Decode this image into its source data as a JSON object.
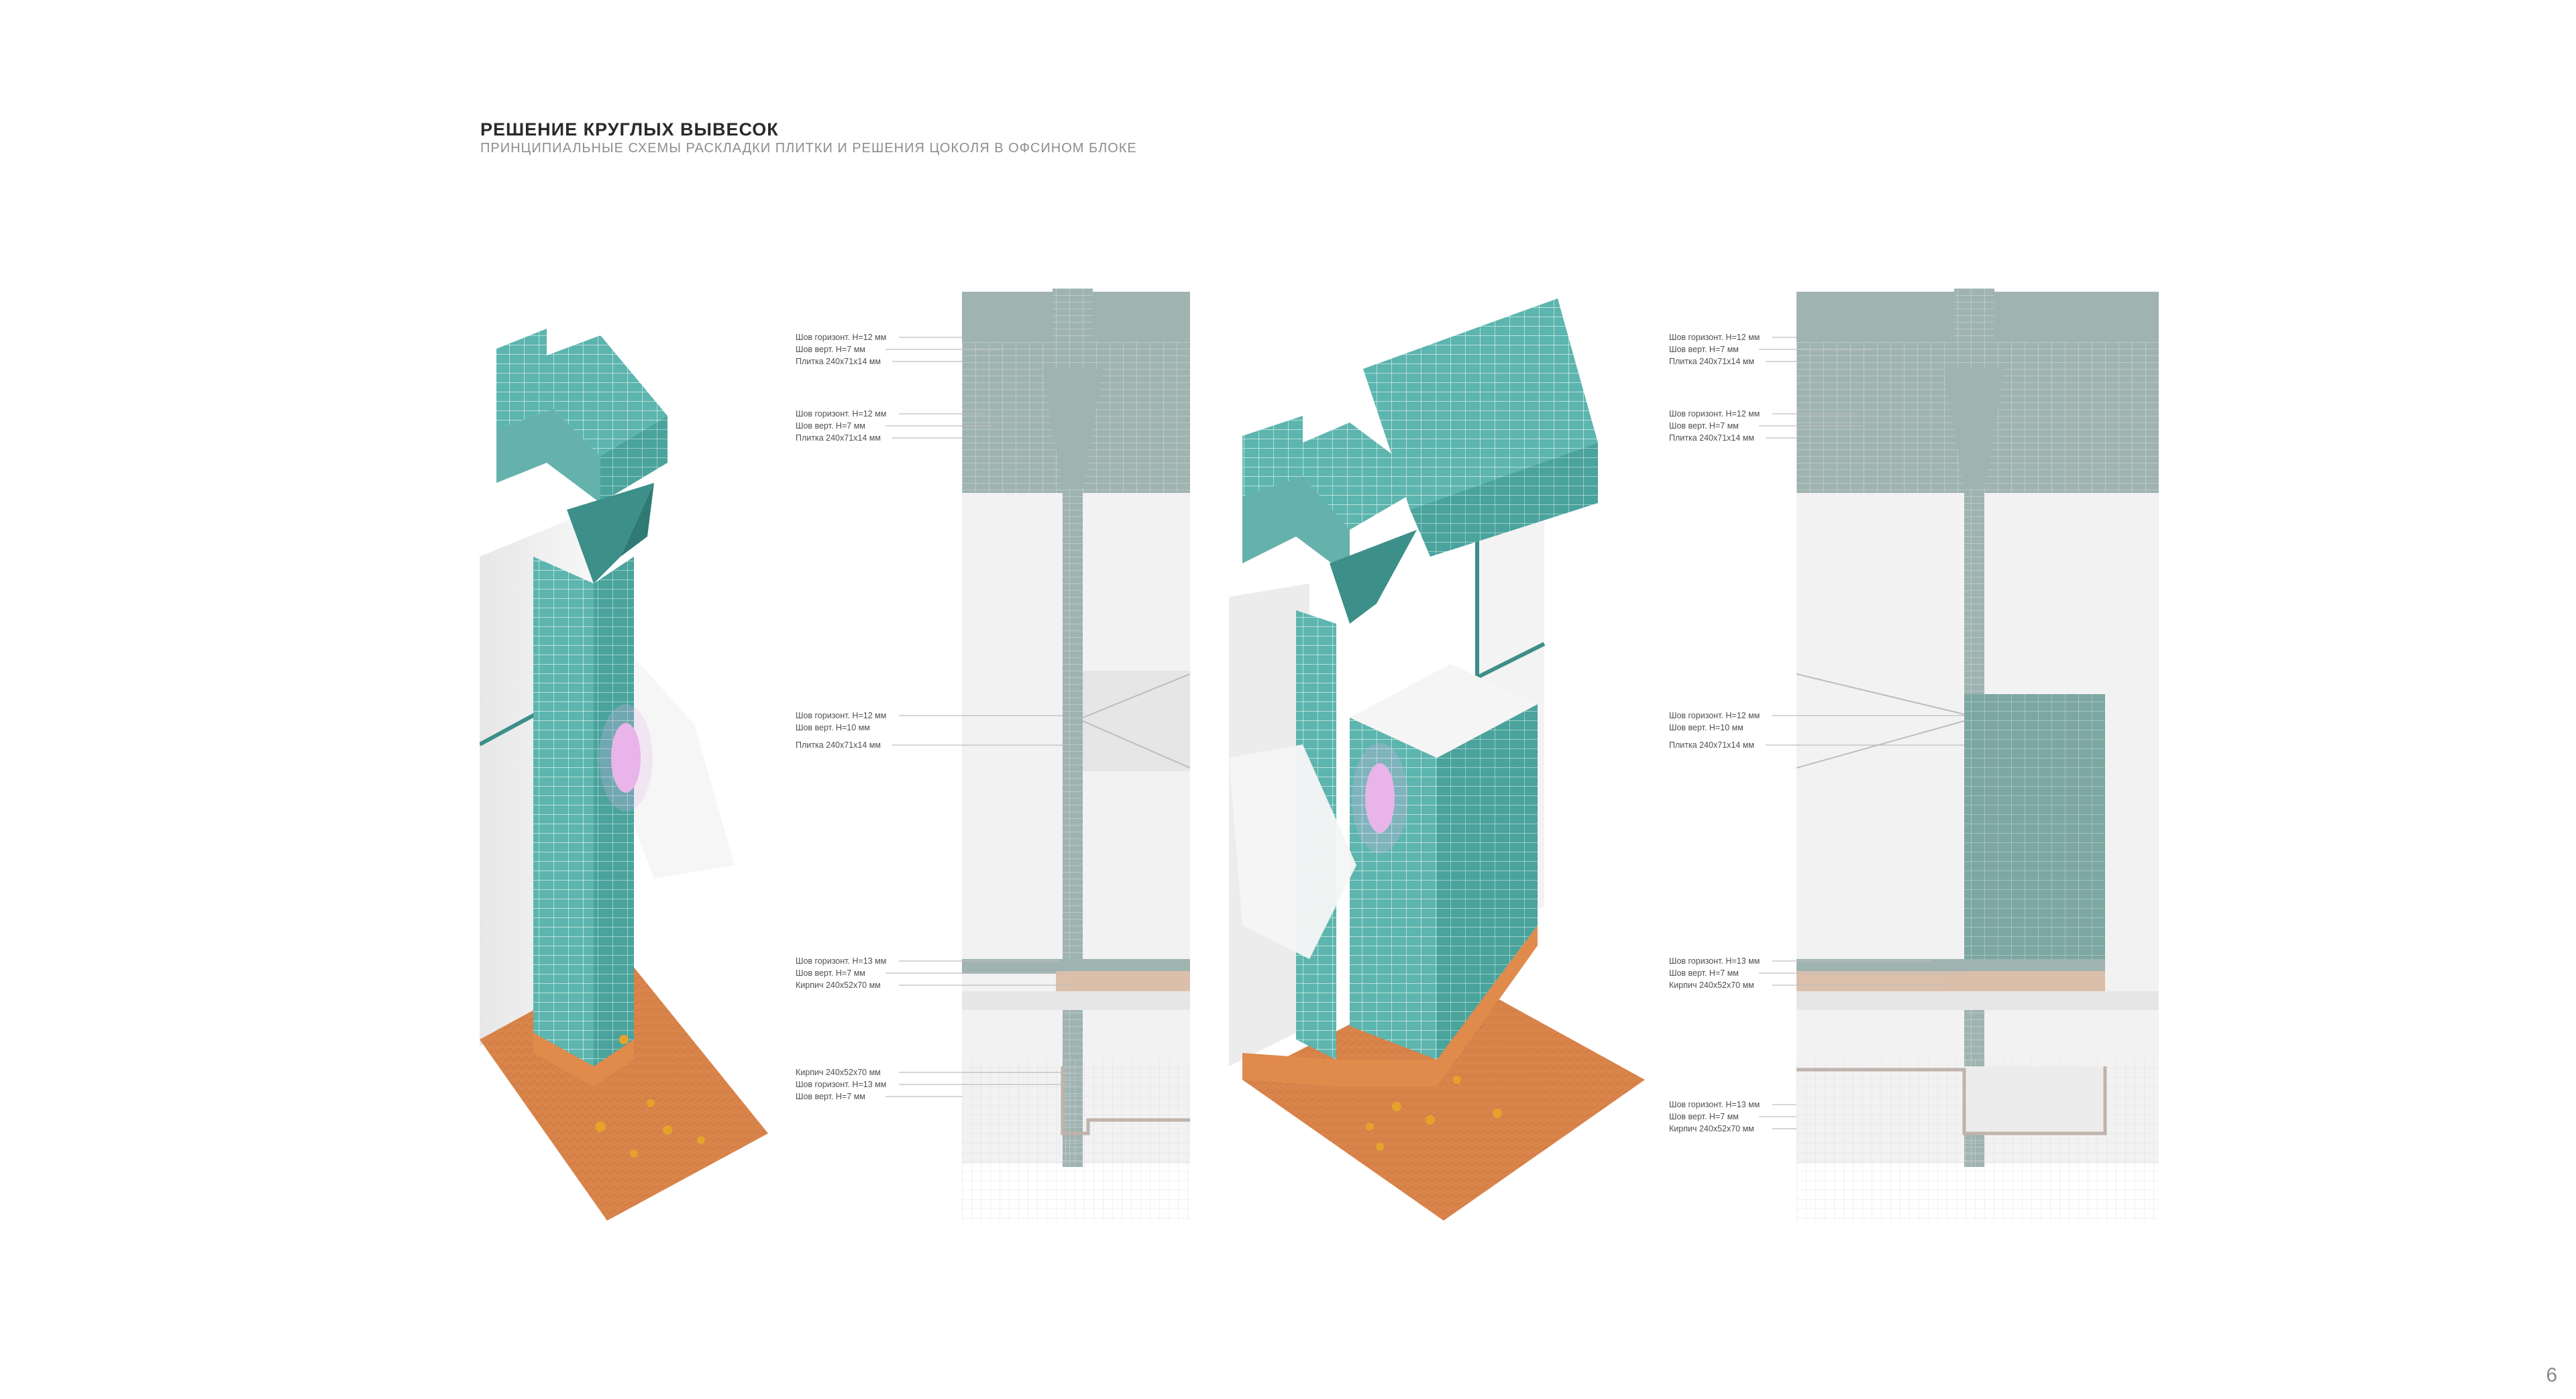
{
  "header": {
    "title": "РЕШЕНИЕ КРУГЛЫХ ВЫВЕСОК",
    "subtitle": "ПРИНЦИПИАЛЬНЫЕ СХЕМЫ РАСКЛАДКИ ПЛИТКИ И РЕШЕНИЯ ЦОКОЛЯ В ОФСИНОМ БЛОКЕ"
  },
  "page_number": "6",
  "colors": {
    "tile": "#5cb5ae",
    "tile_dark": "#3d8f89",
    "tile_side": "#4aa39c",
    "floor": "#d9844a",
    "brick": "#e08a4c",
    "glass": "#eeeeee",
    "sign": "#e9b4ea",
    "leaf": "#e6a22b",
    "grey_tile": "#9fb3b1",
    "drawing_line": "#c8c8c8"
  },
  "elevation_1": {
    "top": [
      {
        "horiz": "Шов горизонт. H=12 мм",
        "vert": "Шов верт. H=7 мм",
        "tile": "Плитка 240x71x14 мм"
      },
      {
        "horiz": "Шов горизонт. H=12 мм",
        "vert": "Шов верт. H=7 мм",
        "tile": "Плитка 240x71x14 мм"
      }
    ],
    "middle": {
      "horiz": "Шов горизонт. H=12 мм",
      "vert": "Шов верт. H=10 мм",
      "tile": "Плитка 240x71x14 мм"
    },
    "base": {
      "horiz": "Шов горизонт. H=13 мм",
      "vert": "Шов верт. H=7 мм",
      "brick": "Кирпич 240x52x70 мм"
    },
    "plan": {
      "brick": "Кирпич 240x52x70 мм",
      "horiz": "Шов горизонт. H=13 мм",
      "vert": "Шов верт. H=7 мм"
    }
  },
  "elevation_2": {
    "top": [
      {
        "horiz": "Шов горизонт. H=12 мм",
        "vert": "Шов верт. H=7 мм",
        "tile": "Плитка 240x71x14 мм"
      },
      {
        "horiz": "Шов горизонт. H=12 мм",
        "vert": "Шов верт. H=7 мм",
        "tile": "Плитка 240x71x14 мм"
      }
    ],
    "middle": {
      "horiz": "Шов горизонт. H=12 мм",
      "vert": "Шов верт. H=10 мм",
      "tile": "Плитка 240x71x14 мм"
    },
    "base": {
      "horiz": "Шов горизонт. H=13 мм",
      "vert": "Шов верт. H=7 мм",
      "brick": "Кирпич 240x52x70 мм"
    },
    "plan": {
      "horiz": "Шов горизонт. H=13 мм",
      "vert": "Шов верт. H=7 мм",
      "brick": "Кирпич 240x52x70 мм"
    }
  }
}
